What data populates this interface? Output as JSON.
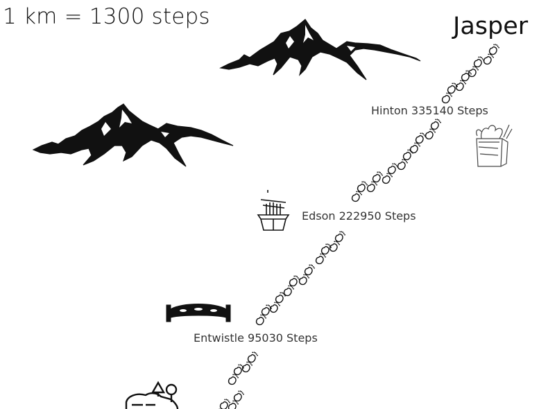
{
  "scale": "1 km = 1300 steps",
  "destination": "Jasper",
  "stops": [
    {
      "name": "Hinton",
      "label": "Hinton 335140 Steps",
      "steps": 335140
    },
    {
      "name": "Edson",
      "label": "Edson 222950 Steps",
      "steps": 222950
    },
    {
      "name": "Entwistle",
      "label": "Entwistle 95030 Steps",
      "steps": 95030
    }
  ],
  "icons": {
    "mountains": "mountain-range-icon",
    "grocery": "grocery-bag-icon",
    "noodles": "noodle-box-icon",
    "bridge": "bridge-icon",
    "park": "park-icon",
    "footprints": "footprint-icon"
  },
  "colors": {
    "ink": "#111111",
    "label": "#333333"
  }
}
